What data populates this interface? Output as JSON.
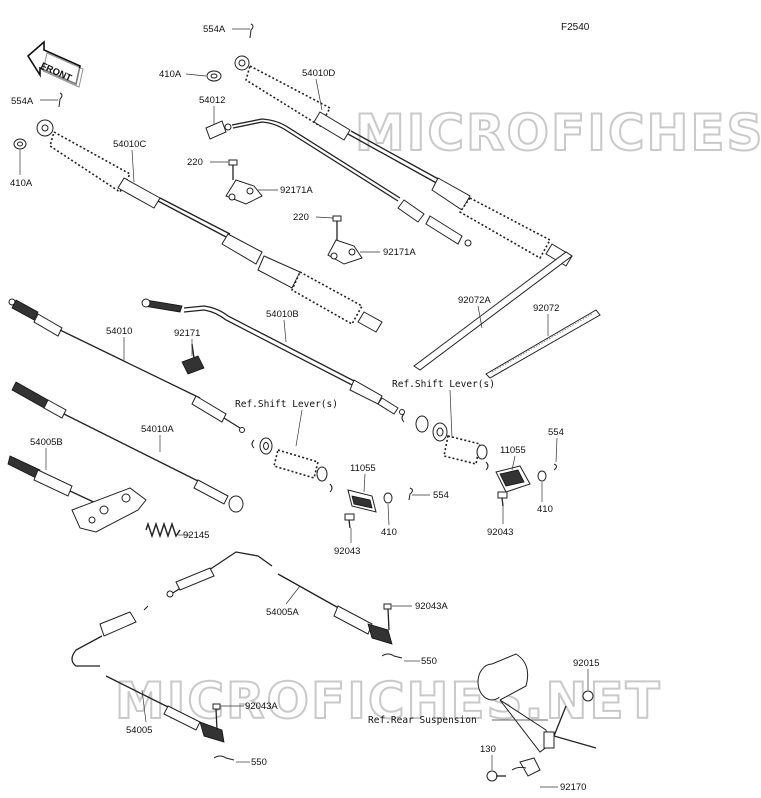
{
  "figure_code": "F2540",
  "watermark": "MICROFICHES.NET",
  "front_arrow": "FRONT",
  "ref_labels": {
    "shift_lever_left": "Ref.Shift Lever(s)",
    "shift_lever_right": "Ref.Shift Lever(s)",
    "rear_suspension": "Ref.Rear Suspension"
  },
  "part_labels": {
    "p554A_top": "554A",
    "p410A_top": "410A",
    "p54010D": "54010D",
    "p54012": "54012",
    "p554A_left": "554A",
    "p410A_left": "410A",
    "p54010C": "54010C",
    "p220_a": "220",
    "p92171A_a": "92171A",
    "p220_b": "220",
    "p92171A_b": "92171A",
    "p92072A": "92072A",
    "p92072": "92072",
    "p54010": "54010",
    "p92171": "92171",
    "p54010B": "54010B",
    "p54010A": "54010A",
    "p54005B": "54005B",
    "p11055_left": "11055",
    "p11055_right": "11055",
    "p554_right": "554",
    "p554_mid": "554",
    "p410_left": "410",
    "p410_right": "410",
    "p92043_left": "92043",
    "p92043_right": "92043",
    "p92145": "92145",
    "p54005A": "54005A",
    "p92043A_upper": "92043A",
    "p550_upper": "550",
    "p54005": "54005",
    "p92043A_lower": "92043A",
    "p550_lower": "550",
    "p92015": "92015",
    "p130": "130",
    "p92170": "92170"
  },
  "icons": [
    "front-arrow-icon",
    "cable-assembly",
    "rubber-boot",
    "washer",
    "cotter-pin",
    "clamp",
    "cable-tie",
    "spring",
    "bolt"
  ]
}
